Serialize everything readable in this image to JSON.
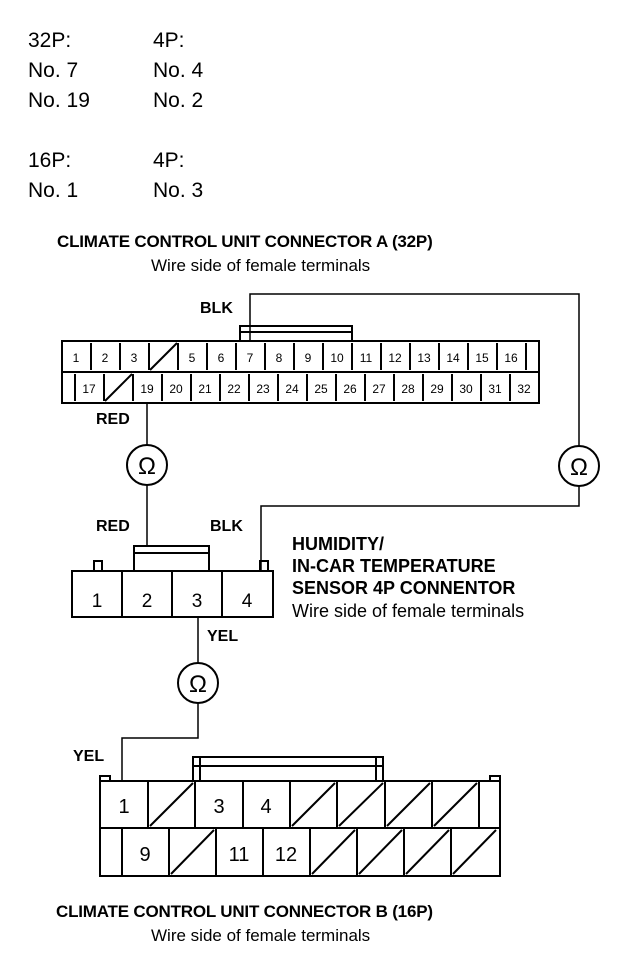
{
  "header": {
    "row1_left": "32P:",
    "row1_right": "4P:",
    "row2_left": "No. 7",
    "row2_right": "No. 4",
    "row3_left": "No. 19",
    "row3_right": "No. 2",
    "row4_left": "16P:",
    "row4_right": "4P:",
    "row5_left": "No. 1",
    "row5_right": "No. 3"
  },
  "connector_a": {
    "title": "CLIMATE CONTROL UNIT CONNECTOR A (32P)",
    "subtitle": "Wire side of female terminals",
    "top_row": [
      "1",
      "2",
      "3",
      "",
      "5",
      "6",
      "7",
      "8",
      "9",
      "10",
      "11",
      "12",
      "13",
      "14",
      "15",
      "16"
    ],
    "bottom_row": [
      "17",
      "",
      "19",
      "20",
      "21",
      "22",
      "23",
      "24",
      "25",
      "26",
      "27",
      "28",
      "29",
      "30",
      "31",
      "32"
    ]
  },
  "sensor": {
    "line1": "HUMIDITY/",
    "line2": "IN-CAR TEMPERATURE",
    "line3": "SENSOR 4P CONNENTOR",
    "subtitle": "Wire side of female terminals",
    "pins": [
      "1",
      "2",
      "3",
      "4"
    ]
  },
  "connector_b": {
    "title": "CLIMATE CONTROL UNIT CONNECTOR B (16P)",
    "subtitle": "Wire side of female terminals",
    "top_row": [
      "1",
      "",
      "3",
      "4",
      "",
      "",
      "",
      ""
    ],
    "bottom_row": [
      "",
      "9",
      "",
      "11",
      "12",
      "",
      "",
      ""
    ]
  },
  "wires": {
    "blk_a": "BLK",
    "red_a": "RED",
    "red_s": "RED",
    "blk_s": "BLK",
    "yel_s": "YEL",
    "yel_b": "YEL"
  },
  "meter_symbol": "Ω"
}
